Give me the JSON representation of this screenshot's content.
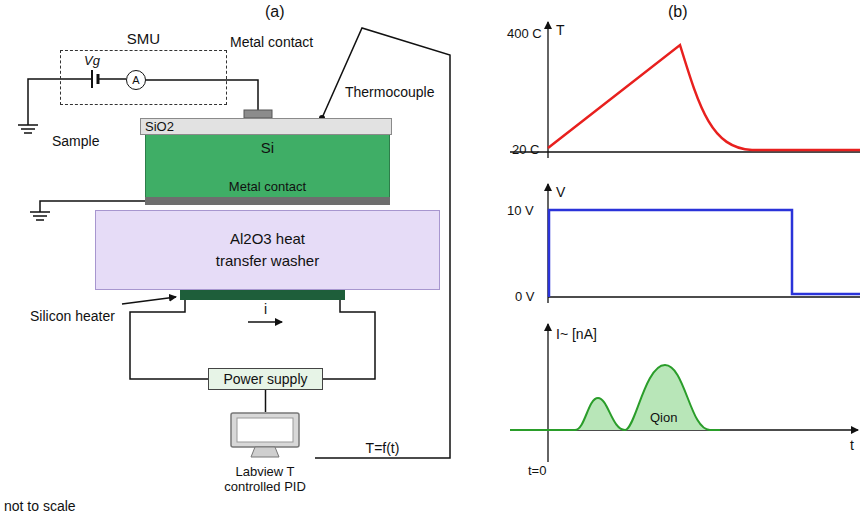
{
  "diagram": {
    "nodes": [
      {
        "text": [
          "SMU"
        ]
      },
      {
        "text": [
          "A"
        ],
        "in": 0
      },
      {
        "text": [
          "SiO2"
        ]
      },
      {
        "text": [
          "Si"
        ]
      },
      {
        "text": [
          "Metal contact"
        ]
      },
      {
        "text": [
          "Al2O3 heat transfer washer"
        ]
      },
      {
        "text": [
          "Power supply"
        ]
      },
      {
        "text": [
          "Labview T controlled PID"
        ]
      }
    ],
    "edges": [
      {
        "from": 1,
        "to": 2,
        "arrow": "none"
      },
      {
        "from": 6,
        "to": 7,
        "arrow": "none"
      },
      {
        "from": 2,
        "to": 7,
        "label": "T=f(t)",
        "arrow": "none"
      }
    ],
    "labels": [
      "(a)",
      "(b)",
      "Vg",
      "Metal contact",
      "Thermocouple",
      "Sample",
      "Silicon heater",
      "i",
      "not to scale",
      "400 C",
      "T",
      "20 C",
      "V",
      "10 V",
      "0 V",
      "I~ [nA]",
      "Qion",
      "t",
      "t=0"
    ]
  }
}
